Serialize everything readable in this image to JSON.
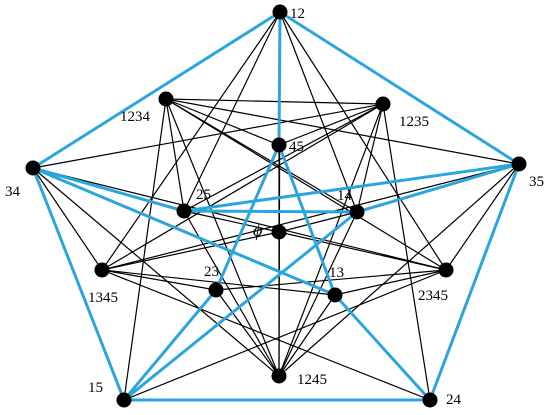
{
  "graph": {
    "colors": {
      "blue_edges": "#2ba6dc",
      "black_edges": "#000000",
      "nodes": "#000000"
    },
    "nodes": [
      {
        "id": "12",
        "label": "12"
      },
      {
        "id": "1234",
        "label": "1234"
      },
      {
        "id": "1235",
        "label": "1235"
      },
      {
        "id": "45",
        "label": "45"
      },
      {
        "id": "34",
        "label": "34"
      },
      {
        "id": "35",
        "label": "35"
      },
      {
        "id": "25",
        "label": "25"
      },
      {
        "id": "14",
        "label": "14"
      },
      {
        "id": "phi",
        "label": "ϕ"
      },
      {
        "id": "1345",
        "label": "1345"
      },
      {
        "id": "2345",
        "label": "2345"
      },
      {
        "id": "23",
        "label": "23"
      },
      {
        "id": "13",
        "label": "13"
      },
      {
        "id": "1245",
        "label": "1245"
      },
      {
        "id": "15",
        "label": "15"
      },
      {
        "id": "24",
        "label": "24"
      }
    ],
    "blue_edges": [
      [
        "12",
        "34"
      ],
      [
        "34",
        "15"
      ],
      [
        "15",
        "24"
      ],
      [
        "24",
        "35"
      ],
      [
        "35",
        "12"
      ],
      [
        "12",
        "45"
      ],
      [
        "45",
        "23"
      ],
      [
        "23",
        "15"
      ],
      [
        "15",
        "14"
      ],
      [
        "14",
        "35"
      ],
      [
        "35",
        "25"
      ],
      [
        "25",
        "34"
      ],
      [
        "34",
        "13"
      ],
      [
        "13",
        "24"
      ],
      [
        "13",
        "45"
      ],
      [
        "25",
        "14"
      ]
    ],
    "black_edges": [
      [
        "12",
        "1345"
      ],
      [
        "12",
        "2345"
      ],
      [
        "12",
        "1245"
      ],
      [
        "12",
        "25"
      ],
      [
        "12",
        "14"
      ],
      [
        "1234",
        "45"
      ],
      [
        "1234",
        "35"
      ],
      [
        "1234",
        "14"
      ],
      [
        "1234",
        "1245"
      ],
      [
        "1234",
        "15"
      ],
      [
        "1234",
        "2345"
      ],
      [
        "1234",
        "25"
      ],
      [
        "1234",
        "1235"
      ],
      [
        "1235",
        "45"
      ],
      [
        "1235",
        "34"
      ],
      [
        "1235",
        "25"
      ],
      [
        "1235",
        "1245"
      ],
      [
        "1235",
        "24"
      ],
      [
        "1235",
        "1345"
      ],
      [
        "1235",
        "14"
      ],
      [
        "34",
        "1345"
      ],
      [
        "34",
        "2345"
      ],
      [
        "34",
        "1245"
      ],
      [
        "35",
        "1345"
      ],
      [
        "35",
        "2345"
      ],
      [
        "35",
        "1245"
      ],
      [
        "45",
        "phi"
      ],
      [
        "phi",
        "1345"
      ],
      [
        "phi",
        "2345"
      ],
      [
        "phi",
        "1245"
      ],
      [
        "1345",
        "23"
      ],
      [
        "1345",
        "24"
      ],
      [
        "1345",
        "13"
      ],
      [
        "2345",
        "23"
      ],
      [
        "2345",
        "15"
      ],
      [
        "2345",
        "13"
      ],
      [
        "1245",
        "23"
      ],
      [
        "1245",
        "13"
      ],
      [
        "1245",
        "25"
      ],
      [
        "1245",
        "14"
      ],
      [
        "25",
        "phi"
      ],
      [
        "14",
        "phi"
      ]
    ]
  }
}
